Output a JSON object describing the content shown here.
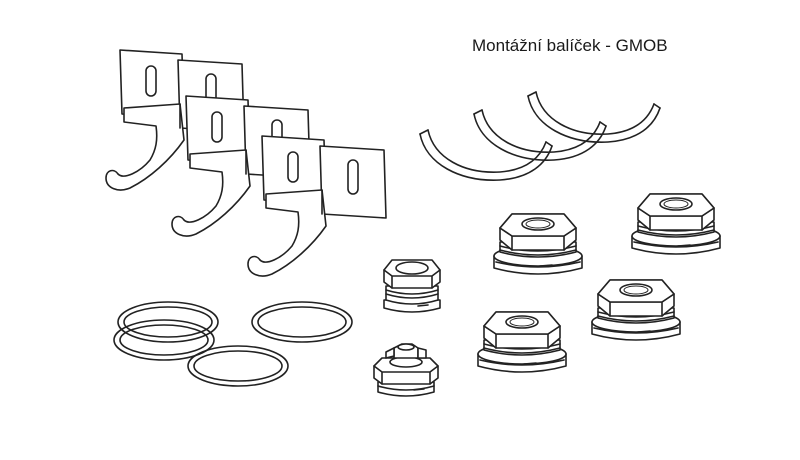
{
  "title": "Montážní balíček - GMOB",
  "parts": {
    "brackets": {
      "count": 3,
      "icon": "wall-bracket-icon"
    },
    "o_rings": {
      "count": 4,
      "icon": "o-ring-icon"
    },
    "spacer_rings": {
      "count": 3,
      "icon": "curved-spacer-icon"
    },
    "reducer_plugs": {
      "count": 4,
      "icon": "hex-reducer-plug-icon"
    },
    "blind_plug": {
      "count": 1,
      "icon": "blind-plug-icon"
    },
    "air_vent": {
      "count": 1,
      "icon": "air-vent-valve-icon"
    }
  },
  "colors": {
    "background": "#ffffff",
    "line": "#222222"
  }
}
